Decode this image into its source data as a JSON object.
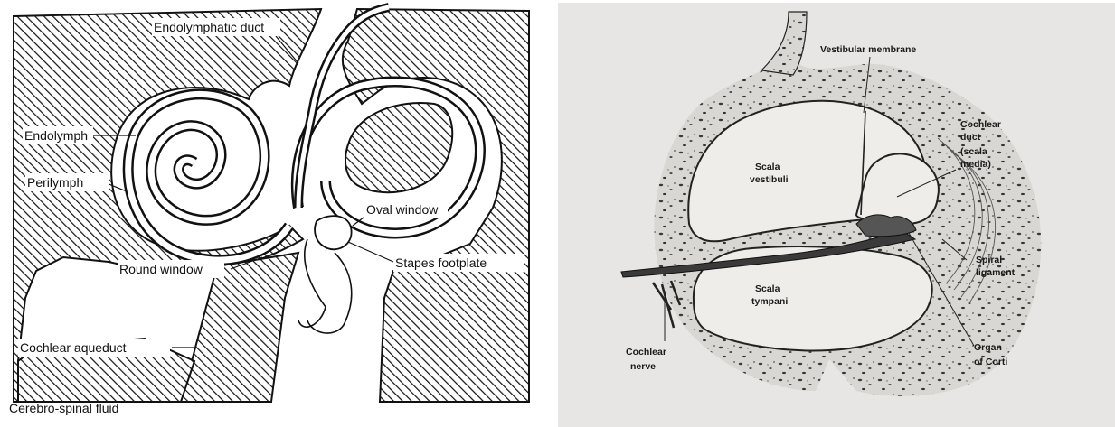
{
  "left_diagram": {
    "labels": {
      "endolymphatic_duct": "Endolymphatic duct",
      "endolymph": "Endolymph",
      "perilymph": "Perilymph",
      "oval_window": "Oval window",
      "round_window": "Round window",
      "stapes_footplate": "Stapes footplate",
      "cochlear_aqueduct": "Cochlear aqueduct",
      "cerebrospinal_fluid": "Cerebro-spinal fluid"
    },
    "colors": {
      "ink": "#111111",
      "paper": "#ffffff"
    }
  },
  "right_diagram": {
    "labels": {
      "vestibular_membrane": "Vestibular membrane",
      "cochlear_duct": [
        "Cochlear",
        "duct",
        "(scala",
        "media)"
      ],
      "scala_vestibuli": [
        "Scala",
        "vestibuli"
      ],
      "scala_tympani": [
        "Scala",
        "tympani"
      ],
      "spiral_ligament": [
        "Spiral",
        "ligament"
      ],
      "cochlear_nerve": [
        "Cochlear",
        "nerve"
      ],
      "organ_of_corti": [
        "Organ",
        "of Corti"
      ]
    },
    "colors": {
      "ink": "#222222",
      "paper": "#e7e6e4",
      "bone": "#d6d4d0"
    }
  }
}
